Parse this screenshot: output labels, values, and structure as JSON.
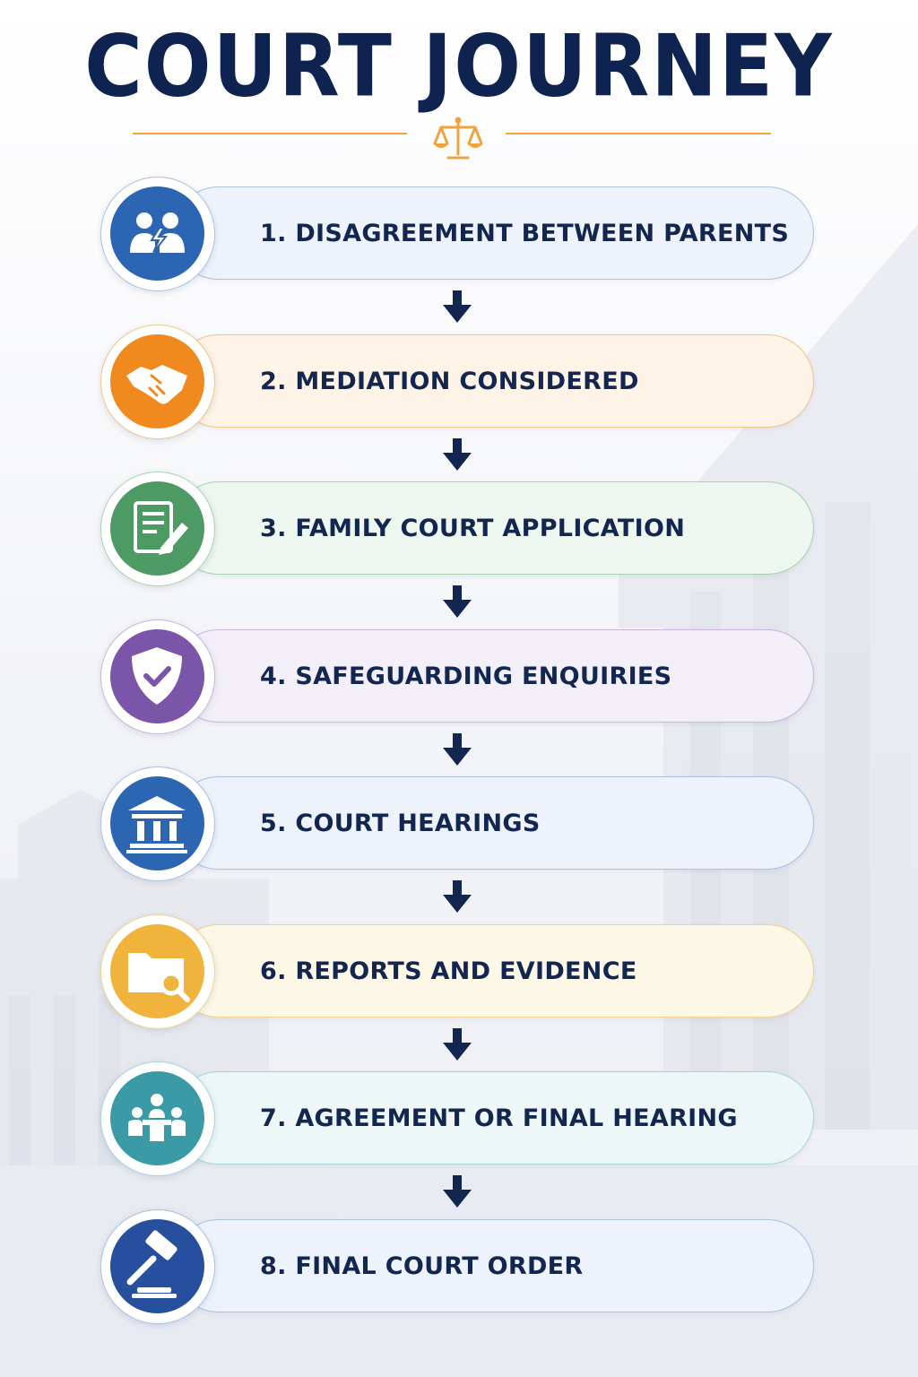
{
  "title": "COURT JOURNEY",
  "colors": {
    "title": "#0f2350",
    "accent": "#f0a23e",
    "arrow": "#13264f"
  },
  "steps": [
    {
      "label": "1.  DISAGREEMENT BETWEEN PARENTS",
      "icon": "parents-conflict-icon",
      "color": "#2c66b3",
      "fill": "#eef3fb",
      "border": "#a9c1e4"
    },
    {
      "label": "2.  MEDIATION CONSIDERED",
      "icon": "handshake-icon",
      "color": "#f08a1e",
      "fill": "#fdf3e6",
      "border": "#f3c488"
    },
    {
      "label": "3.  FAMILY COURT APPLICATION",
      "icon": "document-pen-icon",
      "color": "#4d9a64",
      "fill": "#edf6ef",
      "border": "#a8d2b2"
    },
    {
      "label": "4.  SAFEGUARDING ENQUIRIES",
      "icon": "shield-check-icon",
      "color": "#7a55a8",
      "fill": "#f3eff9",
      "border": "#c7b5df"
    },
    {
      "label": "5.  COURT HEARINGS",
      "icon": "courthouse-icon",
      "color": "#2c66b3",
      "fill": "#eef3fb",
      "border": "#a9c1e4"
    },
    {
      "label": "6.  REPORTS AND EVIDENCE",
      "icon": "folder-search-icon",
      "color": "#f0b43c",
      "fill": "#fdf7e8",
      "border": "#f2d28c"
    },
    {
      "label": "7.  AGREEMENT OR FINAL HEARING",
      "icon": "meeting-table-icon",
      "color": "#3a9aa5",
      "fill": "#edf7f7",
      "border": "#a6d6da"
    },
    {
      "label": "8.  FINAL COURT ORDER",
      "icon": "gavel-icon",
      "color": "#264f9e",
      "fill": "#eef3fb",
      "border": "#a9c1e4"
    }
  ]
}
